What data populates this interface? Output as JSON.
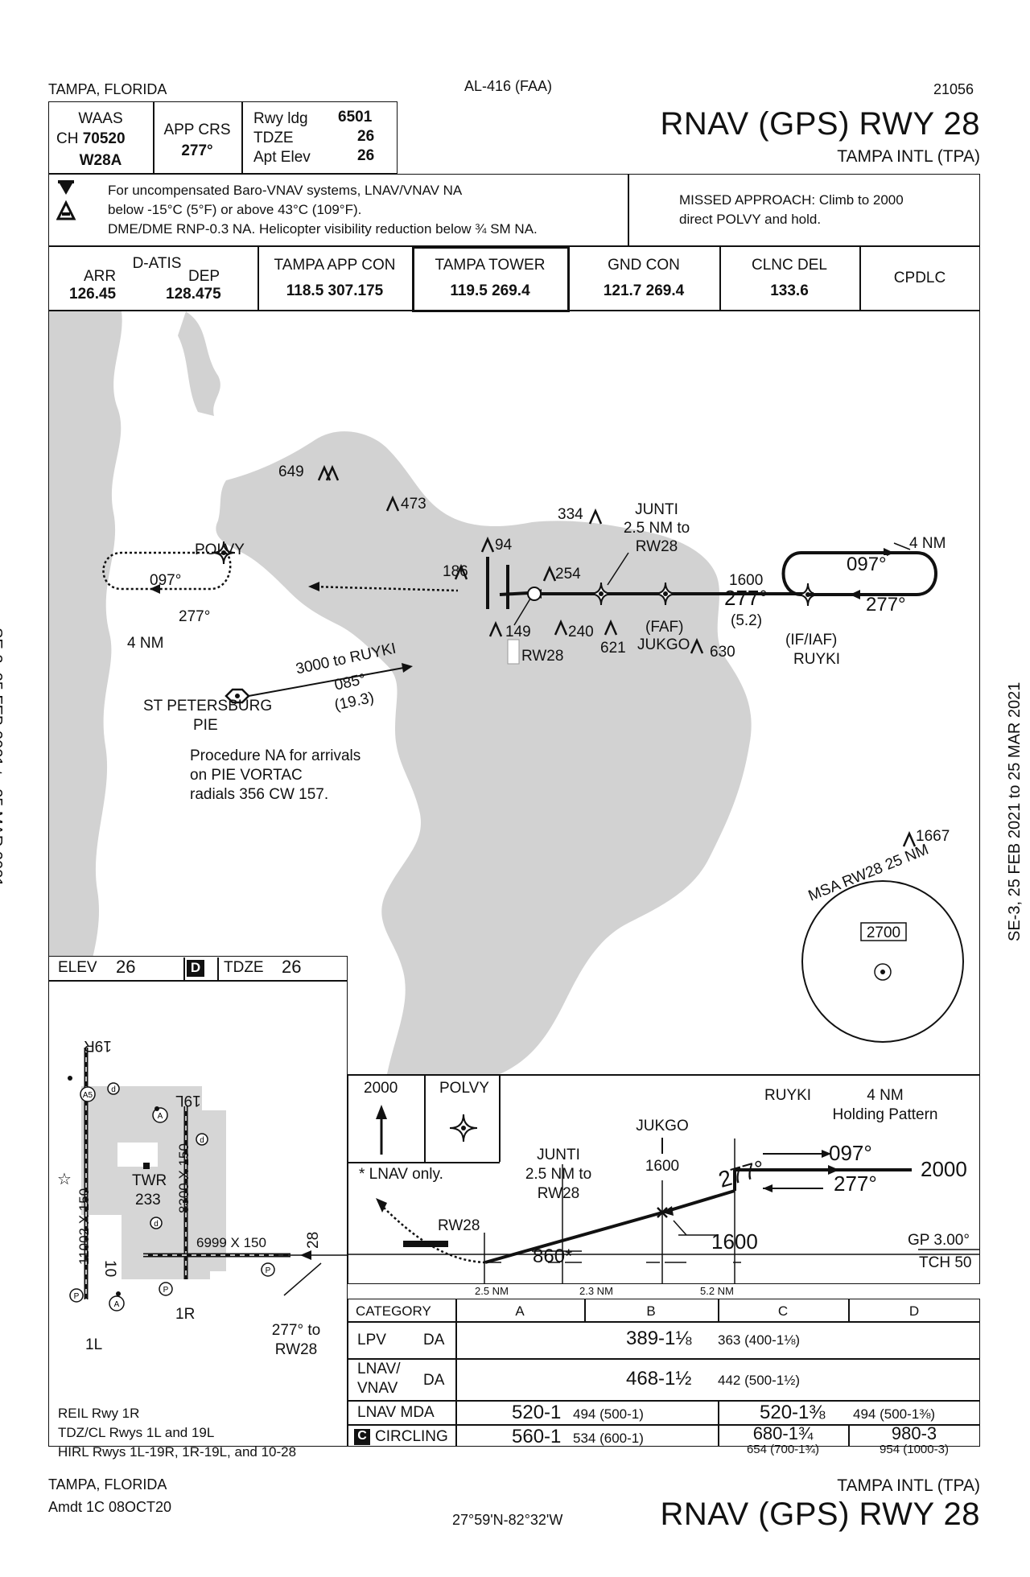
{
  "header": {
    "city": "TAMPA, FLORIDA",
    "procedure_id": "AL-416 (FAA)",
    "cycle": "21056",
    "title": "RNAV (GPS) RWY 28",
    "airport": "TAMPA INTL (TPA)"
  },
  "briefing": {
    "waas_label": "WAAS",
    "ch_label": "CH",
    "ch_value": "70520",
    "waas_id": "W28A",
    "app_crs_label": "APP CRS",
    "app_crs_value": "277°",
    "rwy_ldg_label": "Rwy ldg",
    "rwy_ldg_value": "6501",
    "tdze_label": "TDZE",
    "tdze_value": "26",
    "apt_elev_label": "Apt Elev",
    "apt_elev_value": "26",
    "notes": [
      "For uncompensated Baro-VNAV systems, LNAV/VNAV NA",
      "below -15°C (5°F) or above 43°C (109°F).",
      "DME/DME RNP-0.3 NA. Helicopter visibility reduction below ¾ SM NA."
    ],
    "missed_approach": [
      "MISSED APPROACH: Climb to 2000",
      "direct POLVY and hold."
    ]
  },
  "comms": {
    "datis_label": "D-ATIS",
    "arr_label": "ARR",
    "arr_freq": "126.45",
    "dep_label": "DEP",
    "dep_freq": "128.475",
    "app_con_label": "TAMPA APP CON",
    "app_con_freq": "118.5  307.175",
    "tower_label": "TAMPA TOWER",
    "tower_freq": "119.5  269.4",
    "gnd_label": "GND CON",
    "gnd_freq": "121.7  269.4",
    "clnc_label": "CLNC DEL",
    "clnc_freq": "133.6",
    "cpdlc_label": "CPDLC"
  },
  "side_margin": "SE-3,  25 FEB 2021  to  25 MAR 2021",
  "plan_view": {
    "obstacles": [
      "649",
      "473",
      "334",
      "94",
      "186",
      "254",
      "149",
      "240",
      "621",
      "630",
      "1667"
    ],
    "polvy": "POLVY",
    "hold_left_out": "097°",
    "hold_left_in": "277°",
    "hold_left_dist": "4 NM",
    "junti": [
      "JUNTI",
      "2.5 NM to",
      "RW28"
    ],
    "rw28": "RW28",
    "faf": "(FAF)",
    "jukgo": "JUKGO",
    "alt_1600": "1600",
    "course_277": "277°",
    "dist_52": "(5.2)",
    "iaf": "(IF/IAF)",
    "ruyki": "RUYKI",
    "hold_right_out": "097°",
    "hold_right_in": "277°",
    "hold_right_dist": "4 NM",
    "ruyki_route": [
      "3000 to RUYKI",
      "085°",
      "(19.3)"
    ],
    "pie": [
      "ST PETERSBURG",
      "PIE"
    ],
    "pie_note": [
      "Procedure NA for arrivals",
      "on PIE VORTAC",
      "radials 356 CW 157."
    ],
    "msa_label": "MSA RW28 25 NM",
    "msa_alt": "2700"
  },
  "airport_diagram": {
    "elev_label": "ELEV",
    "elev_value": "26",
    "d_symbol": "D",
    "tdze_label": "TDZE",
    "tdze_value": "26",
    "rwy_19r": "19R",
    "rwy_19l": "19L",
    "rwy_1l": "1L",
    "rwy_1r": "1R",
    "rwy_10": "10",
    "rwy_28": "28",
    "twr": "TWR",
    "twr_elev": "233",
    "dim_11002": "11002 X 150",
    "dim_8300": "8300 X 150",
    "dim_6999": "6999 X 150",
    "final_course": [
      "277° to",
      "RW28"
    ],
    "lighting": [
      "REIL Rwy 1R",
      "TDZ/CL Rwys 1L and 19L",
      "HIRL Rwys 1L-19R, 1R-19L, and 10-28"
    ]
  },
  "profile": {
    "missed_alt": "2000",
    "missed_fix": "POLVY",
    "lnav_only": "* LNAV only.",
    "junti": [
      "JUNTI",
      "2.5 NM to",
      "RW28"
    ],
    "jukgo": "JUKGO",
    "jukgo_alt": "1600",
    "ruyki": "RUYKI",
    "holding": [
      "4 NM",
      "Holding Pattern"
    ],
    "out_course": "097°",
    "in_course": "277°",
    "hold_alt": "2000",
    "final_course": "277°",
    "faf_alt": "1600",
    "rw28": "RW28",
    "step_alt": "860*",
    "gp": "GP 3.00°",
    "tch": "TCH 50",
    "dist1": "2.5 NM",
    "dist2": "2.3 NM",
    "dist3": "5.2 NM"
  },
  "minimums": {
    "category_label": "CATEGORY",
    "cats": [
      "A",
      "B",
      "C",
      "D"
    ],
    "lpv_label": "LPV",
    "lpv_type": "DA",
    "lpv_value": "389-1⅛",
    "lpv_sub": "363 (400-1⅛)",
    "lnavvnav_label": [
      "LNAV/",
      "VNAV"
    ],
    "lnavvnav_type": "DA",
    "lnavvnav_value": "468-1½",
    "lnavvnav_sub": "442 (500-1½)",
    "lnav_label": "LNAV  MDA",
    "lnav_ab_value": "520-1",
    "lnav_ab_sub": "494 (500-1)",
    "lnav_cd_value": "520-1⅜",
    "lnav_cd_sub": "494 (500-1⅜)",
    "circ_symbol": "C",
    "circ_label": "CIRCLING",
    "circ_ab_value": "560-1",
    "circ_ab_sub": "534 (600-1)",
    "circ_c_value": "680-1¾",
    "circ_c_sub": "654 (700-1¾)",
    "circ_d_value": "980-3",
    "circ_d_sub": "954 (1000-3)"
  },
  "footer": {
    "city": "TAMPA, FLORIDA",
    "amdt": "Amdt 1C  08OCT20",
    "coords": "27°59'N-82°32'W",
    "airport": "TAMPA INTL (TPA)",
    "title": "RNAV (GPS) RWY 28"
  }
}
